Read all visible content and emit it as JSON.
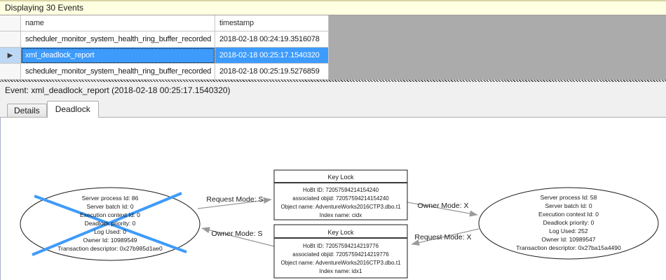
{
  "info_bar": {
    "text": "Displaying 30 Events"
  },
  "grid": {
    "columns": [
      "name",
      "timestamp"
    ],
    "row_selector_glyph": "▶",
    "rows": [
      {
        "name": "scheduler_monitor_system_health_ring_buffer_recorded",
        "timestamp": "2018-02-18 00:24:19.3516078",
        "selected": false
      },
      {
        "name": "xml_deadlock_report",
        "timestamp": "2018-02-18 00:25:17.1540320",
        "selected": true
      },
      {
        "name": "scheduler_monitor_system_health_ring_buffer_recorded",
        "timestamp": "2018-02-18 00:25:19.5276859",
        "selected": false
      }
    ]
  },
  "event_label": "Event: xml_deadlock_report (2018-02-18 00:25:17.1540320)",
  "tabs": [
    {
      "label": "Details",
      "active": false
    },
    {
      "label": "Deadlock",
      "active": true
    }
  ],
  "deadlock_graph": {
    "process_left": {
      "victim": true,
      "lines": [
        "Server process Id: 86",
        "Server batch Id: 0",
        "Execution context Id: 0",
        "Deadlock priority: 0",
        "Log Used: 0",
        "Owner Id: 10989549",
        "Transaction descriptor: 0x27b985d1ae0"
      ]
    },
    "process_right": {
      "victim": false,
      "lines": [
        "Server process Id: 58",
        "Server batch Id: 0",
        "Execution context Id: 0",
        "Deadlock priority: 0",
        "Log Used: 252",
        "Owner Id: 10989547",
        "Transaction descriptor: 0x27ba15a4490"
      ]
    },
    "resource_top": {
      "title": "Key Lock",
      "lines": [
        "HoBt ID: 72057594214154240",
        "associated objid: 72057594214154240",
        "Object name: AdventureWorks2016CTP3.dbo.t1",
        "Index name: cidx"
      ]
    },
    "resource_bottom": {
      "title": "Key Lock",
      "lines": [
        "HoBt ID: 72057594214219776",
        "associated objid: 72057594214219776",
        "Object name: AdventureWorks2016CTP3.dbo.t1",
        "Index name: idx1"
      ]
    },
    "edges": {
      "request_s": "Request Mode: S",
      "owner_s": "Owner Mode: S",
      "owner_x": "Owner Mode: X",
      "request_x": "Request Mode: X"
    }
  },
  "colors": {
    "selection_blue": "#3D9BFC",
    "selector_selected_blue": "#BCD8F5",
    "victim_x_blue": "#3E9BFA",
    "info_bar_yellow": "#FFFFE1",
    "grid_filler_gray": "#ABABAB",
    "panel_gray": "#F0F0F0",
    "border_gray": "#ACACAC",
    "edge_gray": "#9A9A9A"
  }
}
